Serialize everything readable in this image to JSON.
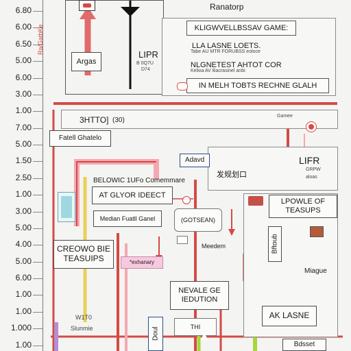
{
  "axis": {
    "ticks": [
      "6.80",
      "6.00",
      "6.50",
      "5.00",
      "6.00",
      "3.00",
      "1.00",
      "7.00",
      "5.00",
      "1.50",
      "2.50",
      "1.00",
      "3.00",
      "5.00",
      "4.00",
      "5.00",
      "6.00",
      "1.00",
      "1.00",
      "1.000",
      "1.00"
    ],
    "vertical_label": "Ra/GatbKe"
  },
  "top": {
    "title": "Ranatorp",
    "argas": "Argas",
    "lipr": "LIPR",
    "lipr_sub1": "B 0Q7U",
    "lipr_sub2": "D74"
  },
  "legend_panel": {
    "title": "KLIGWVELLBSSAV GAME:",
    "row1": "LLA LASNE LOETS.",
    "row1_sub": "Tabe AU MTR FORUBSS  eoloce",
    "row2": "NLGNETEST AHTOT COR",
    "row2_sub": "Kelioa AV Bacrasinel anbi",
    "row3": "IN MELH TOBTS RECHNE GLALH"
  },
  "mid": {
    "header_left": "3HTTO]",
    "header_left_sub": "(30)",
    "header_right": "Gamee",
    "fatell": "Fatell Ghatelo",
    "adavd": "Adavd",
    "cjk": "发规划口",
    "lifr": "LIFR",
    "lifr_sub1": "GRPW",
    "lifr_sub2": "aloas",
    "belowic": "BELOWIC 1UFo Comemmare",
    "at_glyor": "AT GLYOR IDEECT",
    "median": "Median Fuatll Ganel",
    "gotsean": "(GOTSEAN)",
    "lpowle": "LPOWLE OF TEASUPS",
    "creowo": "CREOWO BIE TEASUIPS",
    "exhanary": "*exhanary",
    "meedem": "Meedem",
    "bftoub": "Bftoub",
    "miague": "Miague",
    "nevale": "NEVALE GE IEDUTION",
    "ak_lasne": "AK LASNE",
    "wt_label": "W1T0",
    "slunmie": "Slunmie",
    "thi": "THI",
    "doul": "Doul",
    "bdsset": "Bdsset"
  },
  "colors": {
    "red": "#d44a45",
    "pink": "#f4a8b0",
    "yellow": "#e8d15a",
    "green": "#a7d63a",
    "purple": "#b58ed4",
    "cyan": "#9fd8e0",
    "magenta_bg": "#f7c9de"
  }
}
